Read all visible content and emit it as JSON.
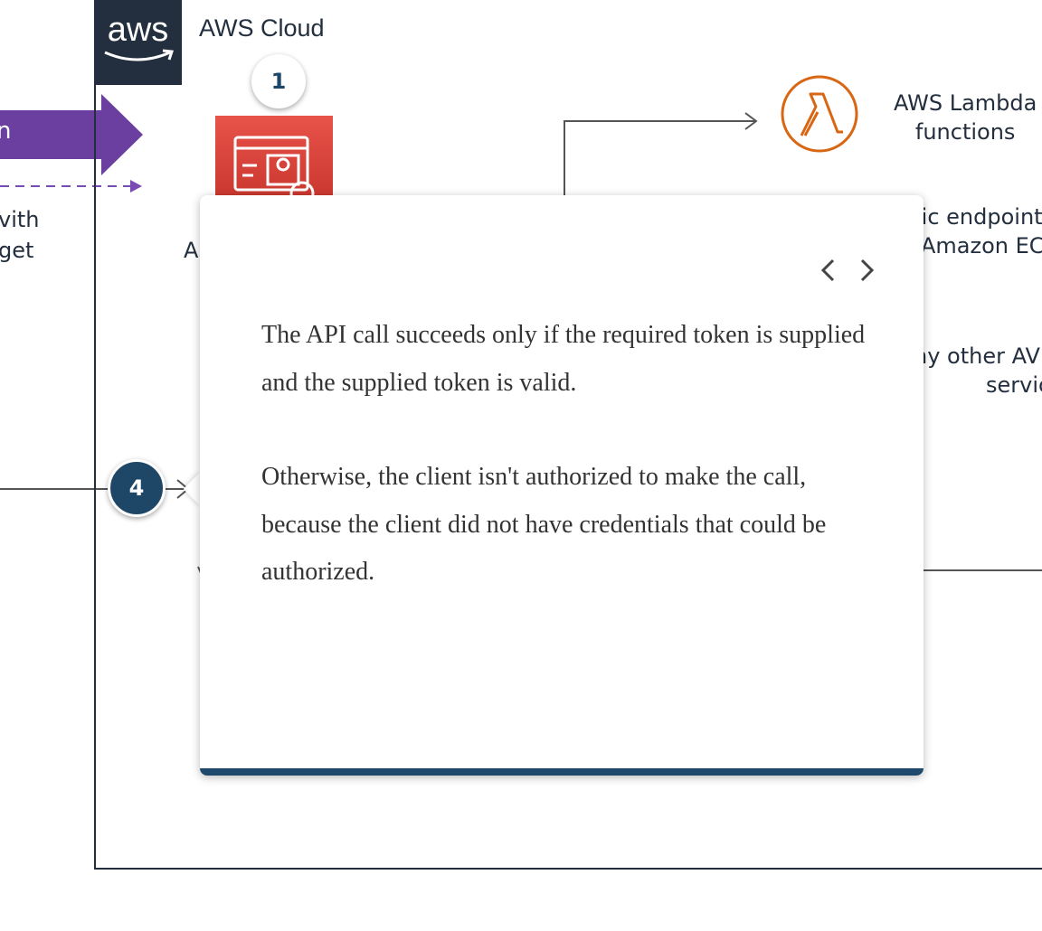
{
  "diagram": {
    "aws_logo_text": "aws",
    "cloud_title": "AWS Cloud",
    "step_1_label": "1",
    "step_4_label": "4",
    "banner_text": "n",
    "left_partial_line1": "vith",
    "left_partial_line2": "get",
    "red_service_partial": "A",
    "lambda_line1": "AWS Lambda",
    "lambda_line2": "functions",
    "endpoint_line1": "lic endpoint",
    "endpoint_line2": "Amazon EC",
    "other_service_line1": "ny other AV",
    "other_service_line2": "service",
    "colors": {
      "banner": "#6b3fa0",
      "dashed_arrow": "#7a4bb5",
      "lambda_orange": "#d86613",
      "badge_dark": "#1e4667",
      "popup_bar": "#1f4a6e"
    }
  },
  "popup": {
    "prev_icon": "chevron-left-icon",
    "next_icon": "chevron-right-icon",
    "paragraph_1": "The API call succeeds only if the required token is supplied and the supplied token is valid.",
    "paragraph_2": "Otherwise, the client isn't authorized to make the call, because the client did not have credentials that could be authorized."
  }
}
